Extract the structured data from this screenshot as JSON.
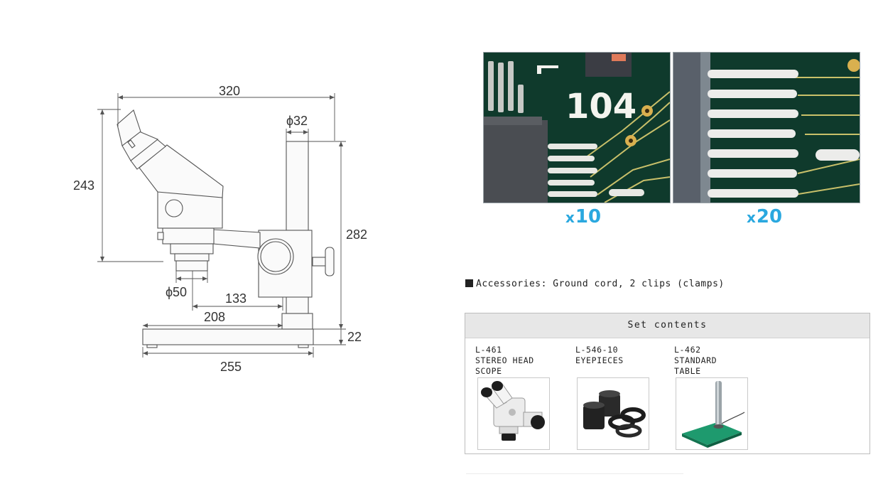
{
  "dimensions": {
    "width_total": "320",
    "height_left": "243",
    "pillar_diameter": "ϕ32",
    "height_right": "282",
    "objective_diameter": "ϕ50",
    "reach": "133",
    "base_reach": "208",
    "base_thickness": "22",
    "base_width": "255"
  },
  "photos": [
    {
      "chip_label": "104",
      "mag_prefix": "x",
      "mag_value": "10"
    },
    {
      "mag_prefix": "x",
      "mag_value": "20"
    }
  ],
  "accessories": "Accessories: Ground cord, 2 clips (clamps)",
  "set_contents": {
    "title": "Set contents",
    "items": [
      {
        "code": "L-461",
        "name": "STEREO HEAD\nSCOPE",
        "icon": "stereo-head-icon"
      },
      {
        "code": "L-546-10",
        "name": "EYEPIECES",
        "icon": "eyepieces-icon"
      },
      {
        "code": "L-462",
        "name": "STANDARD\nTABLE",
        "icon": "standard-table-icon"
      }
    ]
  },
  "colors": {
    "magnification": "#2aa8df",
    "pcb_green": "#0f3a2c",
    "table_green": "#1e9a6e"
  }
}
